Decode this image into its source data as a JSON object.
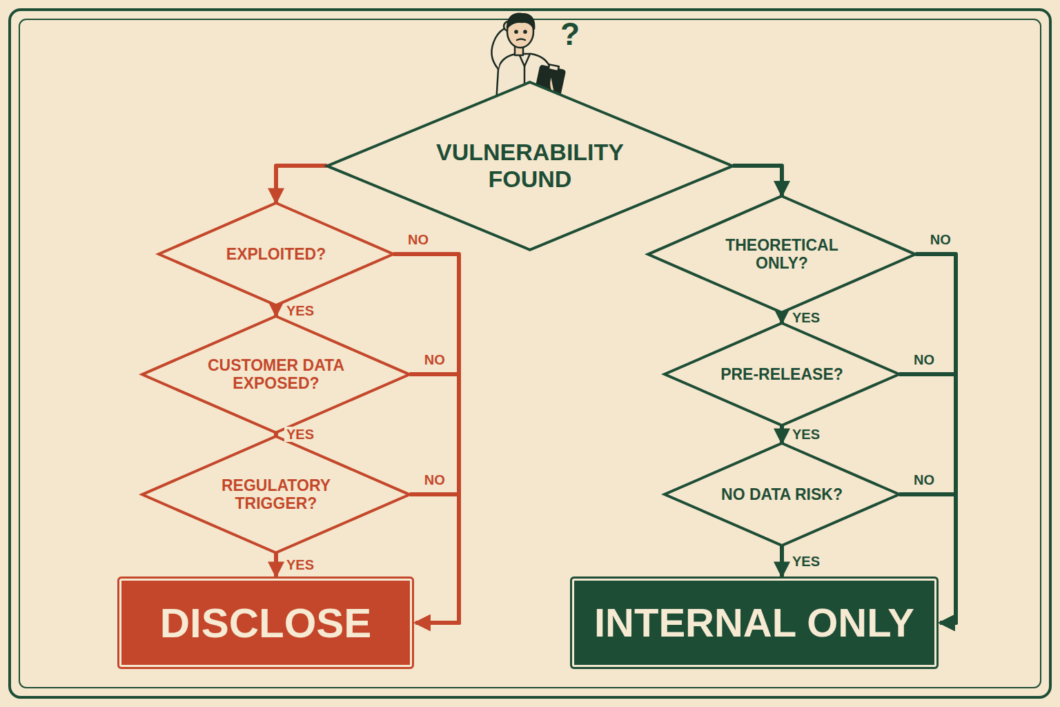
{
  "diagram": {
    "nodes": [
      {
        "text": [
          "VULNERABILITY FOUND"
        ]
      },
      {
        "text": [
          "EXPLOITED?"
        ]
      },
      {
        "text": [
          "CUSTOMER DATA EXPOSED?"
        ]
      },
      {
        "text": [
          "REGULATORY TRIGGER?"
        ]
      },
      {
        "text": [
          "DISCLOSE"
        ]
      },
      {
        "text": [
          "THEORETICAL ONLY?"
        ]
      },
      {
        "text": [
          "PRE-RELEASE?"
        ]
      },
      {
        "text": [
          "NO DATA RISK?"
        ]
      },
      {
        "text": [
          "INTERNAL ONLY"
        ]
      }
    ],
    "edges": [
      {
        "from": 0,
        "to": 1,
        "arrow": "to"
      },
      {
        "from": 1,
        "to": 2,
        "label": "YES",
        "arrow": "to"
      },
      {
        "from": 2,
        "to": 3,
        "label": "YES",
        "arrow": "to"
      },
      {
        "from": 3,
        "to": 4,
        "label": "YES",
        "arrow": "to"
      },
      {
        "from": 1,
        "to": 4,
        "label": "NO",
        "arrow": "to"
      },
      {
        "from": 2,
        "to": 4,
        "label": "NO",
        "arrow": "to"
      },
      {
        "from": 3,
        "to": 4,
        "label": "NO",
        "arrow": "to"
      },
      {
        "from": 0,
        "to": 5,
        "arrow": "to"
      },
      {
        "from": 5,
        "to": 6,
        "label": "YES",
        "arrow": "to"
      },
      {
        "from": 6,
        "to": 7,
        "label": "YES",
        "arrow": "to"
      },
      {
        "from": 7,
        "to": 8,
        "label": "YES",
        "arrow": "to"
      },
      {
        "from": 5,
        "to": 8,
        "label": "NO",
        "arrow": "to"
      },
      {
        "from": 6,
        "to": 8,
        "label": "NO",
        "arrow": "to"
      },
      {
        "from": 7,
        "to": 8,
        "label": "NO",
        "arrow": "to"
      }
    ],
    "labels": [
      "?"
    ]
  }
}
